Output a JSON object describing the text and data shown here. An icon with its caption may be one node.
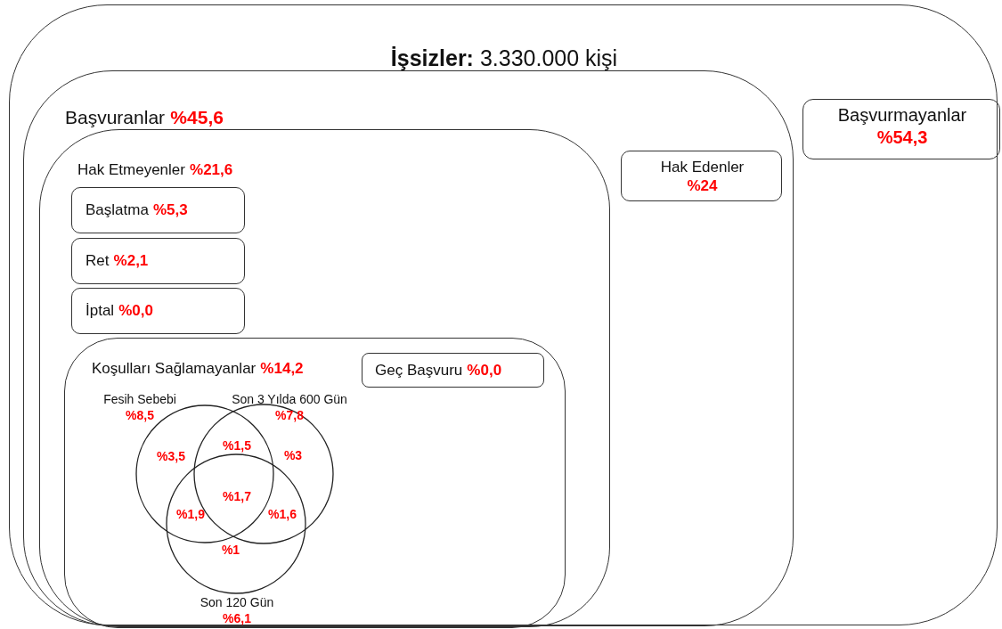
{
  "diagram": {
    "nodes": [
      {
        "text": [
          "**İşsizler:** 3.330.000 kişi"
        ]
      },
      {
        "text": [
          "Başvuranlar",
          "%45,6"
        ],
        "in": 0
      },
      {
        "text": [
          "Başvurmayanlar",
          "%54,3"
        ],
        "in": 0
      },
      {
        "text": [
          "Hak Etmeyenler",
          "%21,6"
        ],
        "in": 1
      },
      {
        "text": [
          "Hak Edenler",
          "%24"
        ],
        "in": 1
      },
      {
        "text": [
          "Başlatma",
          "%5,3"
        ],
        "in": 3
      },
      {
        "text": [
          "Ret",
          "%2,1"
        ],
        "in": 3
      },
      {
        "text": [
          "İptal",
          "%0,0"
        ],
        "in": 3
      },
      {
        "text": [
          "Koşulları Sağlamayanlar",
          "%14,2"
        ],
        "in": 3
      },
      {
        "text": [
          "Geç Başvuru",
          "%0,0"
        ],
        "in": 8
      },
      {
        "text": [
          "Fesih Sebebi",
          "%8,5"
        ],
        "in": 8
      },
      {
        "text": [
          "Son 3 Yılda 600 Gün",
          "%7,8"
        ],
        "in": 8
      },
      {
        "text": [
          "Son 120 Gün",
          "%6,1"
        ],
        "in": 8
      }
    ],
    "labels": [
      "%3,5",
      "%1,5",
      "%3",
      "%1,7",
      "%1,9",
      "%1,6",
      "%1"
    ]
  }
}
